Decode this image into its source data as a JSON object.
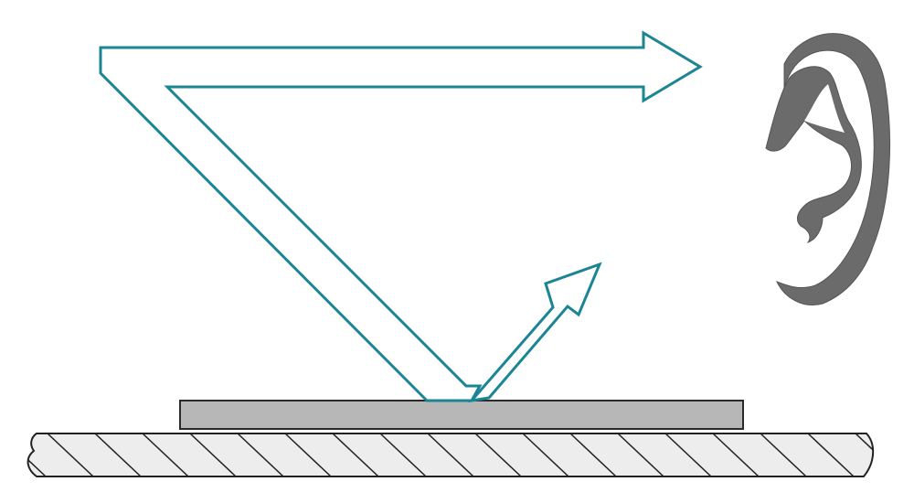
{
  "diagram": {
    "kind": "sound reflection illustration",
    "labels": [],
    "colors": {
      "arrow_outline": "#1c8594",
      "arrow_fill": "#ffffff",
      "panel_fill": "#b7b7b7",
      "panel_outline": "#2a2a2a",
      "ear_fill": "#6b6b6b",
      "ground_fill": "#ededed",
      "ground_hatch": "#222222"
    },
    "elements": [
      {
        "role": "incident-and-reflected-sound-arrow",
        "icon": "bent-arrow"
      },
      {
        "role": "small-reflected-sound-arrow",
        "icon": "arrow"
      },
      {
        "role": "listener-ear",
        "icon": "ear-icon"
      },
      {
        "role": "absorber-panel",
        "icon": "panel"
      },
      {
        "role": "ground-surface",
        "icon": "hatched-floor"
      }
    ]
  }
}
